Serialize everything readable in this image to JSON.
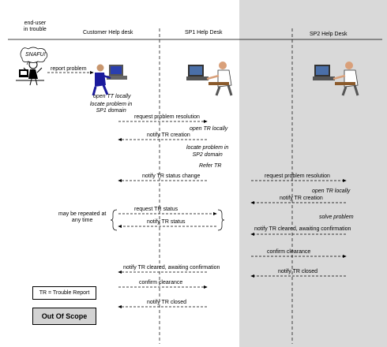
{
  "colors": {
    "out_of_scope_bg": "#d9d9d9",
    "line": "#000000",
    "person_blue": "#1a1a9c"
  },
  "headers": {
    "end_user": "end-user\nin trouble",
    "customer": "Customer Help desk",
    "sp1": "SP1 Help Desk",
    "sp2": "SP2 Help Desk"
  },
  "bubble": "SNAFU!",
  "notes": {
    "open_tt": "open TT locally",
    "locate_sp1": "locate problem in\nSP1 domain",
    "open_tr_sp1": "open TR locally",
    "locate_sp2": "locate problem in\nSP2 domain",
    "refer_tr": "Refer TR",
    "open_tr_sp2": "open TR locally",
    "solve": "solve problem",
    "repeat": "may be repeated at\nany time"
  },
  "messages": {
    "report_problem": "report problem",
    "m1": "request problem resolution",
    "m2": "notify TR creation",
    "m3": "notify TR status change",
    "m4": "request problem resolution",
    "m5": "notify TR creation",
    "m6": "request TR status",
    "m7": "notify TR status",
    "m8": "notify TR cleared, awaiting confirmation",
    "m9": "confirm clearance",
    "m10": "notify TR closed",
    "m11": "notify TR cleared, awaiting confirmation",
    "m12": "confirm clearance",
    "m13": "notify TR closed"
  },
  "legend": "TR = Trouble Report",
  "out_of_scope": "Out Of Scope",
  "icons": [
    "alarmed-user-icon",
    "customer-agent-icon",
    "sp1-agent-icon",
    "sp2-agent-icon"
  ]
}
